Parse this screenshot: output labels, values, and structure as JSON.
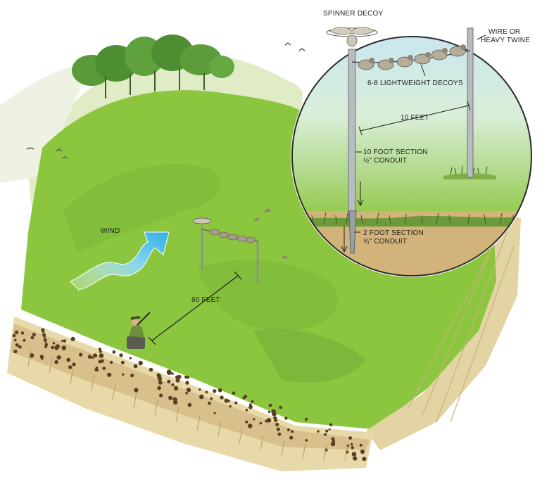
{
  "labels": {
    "spinner": "SPINNER DECOY",
    "wire_1": "WIRE OR",
    "wire_2": "HEAVY TWINE",
    "decoys": "6-8 LIGHTWEIGHT DECOYS",
    "ten_feet": "10 FEET",
    "ten_section_1": "10 FOOT SECTION",
    "ten_section_2": "½\" CONDUIT",
    "two_section_1": "2 FOOT SECTION",
    "two_section_2": "¾\" CONDUIT",
    "wind": "WIND",
    "sixty_feet": "60 FEET"
  },
  "colors": {
    "field_green": "#8cc63f",
    "field_dark": "#6aa83a",
    "soil": "#c8a870",
    "stubble": "#e8d9a8",
    "wind_arrow": "#4fc3e8",
    "sky_top": "#c9e6f2",
    "conduit": "#b8bcc0"
  }
}
